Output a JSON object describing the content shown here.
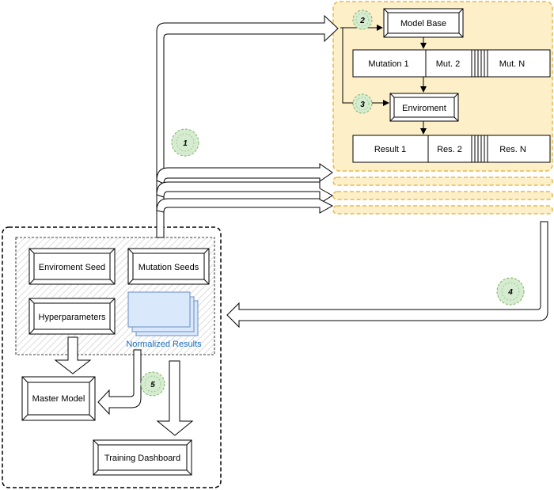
{
  "colors": {
    "orange_fill": "#fdf0c9",
    "orange_border": "#e8b84a",
    "badge_fill": "#d5ecd0",
    "badge_border": "#82b366",
    "blue_fill": "#dae8fc",
    "blue_border": "#6c8ebf",
    "blue_text": "#1a6fbf"
  },
  "steps": [
    "1",
    "2",
    "3",
    "4",
    "5"
  ],
  "cluster": {
    "model_base": "Model Base",
    "mutations": [
      "Mutation 1",
      "Mut. 2",
      "Mut. N"
    ],
    "environment": "Enviroment",
    "results": [
      "Result 1",
      "Res. 2",
      "Res. N"
    ]
  },
  "master": {
    "environment_seed": "Enviroment Seed",
    "mutation_seeds": "Mutation Seeds",
    "hyperparameters": "Hyperparameters",
    "normalized_results": "Normalized Results",
    "master_model": "Master Model",
    "training_dashboard": "Training Dashboard"
  }
}
